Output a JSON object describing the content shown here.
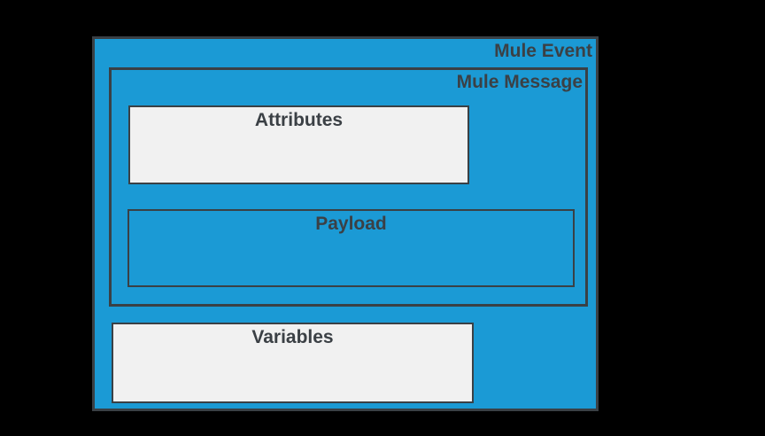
{
  "diagram": {
    "event": {
      "label": "Mule Event"
    },
    "message": {
      "label": "Mule Message"
    },
    "attributes": {
      "label": "Attributes"
    },
    "payload": {
      "label": "Payload"
    },
    "variables": {
      "label": "Variables"
    }
  },
  "colors": {
    "canvas_background": "#000000",
    "container_fill": "#1b9ad5",
    "content_box_fill": "#f1f1f1",
    "border": "#3a4045",
    "label_text": "#3b4045"
  }
}
